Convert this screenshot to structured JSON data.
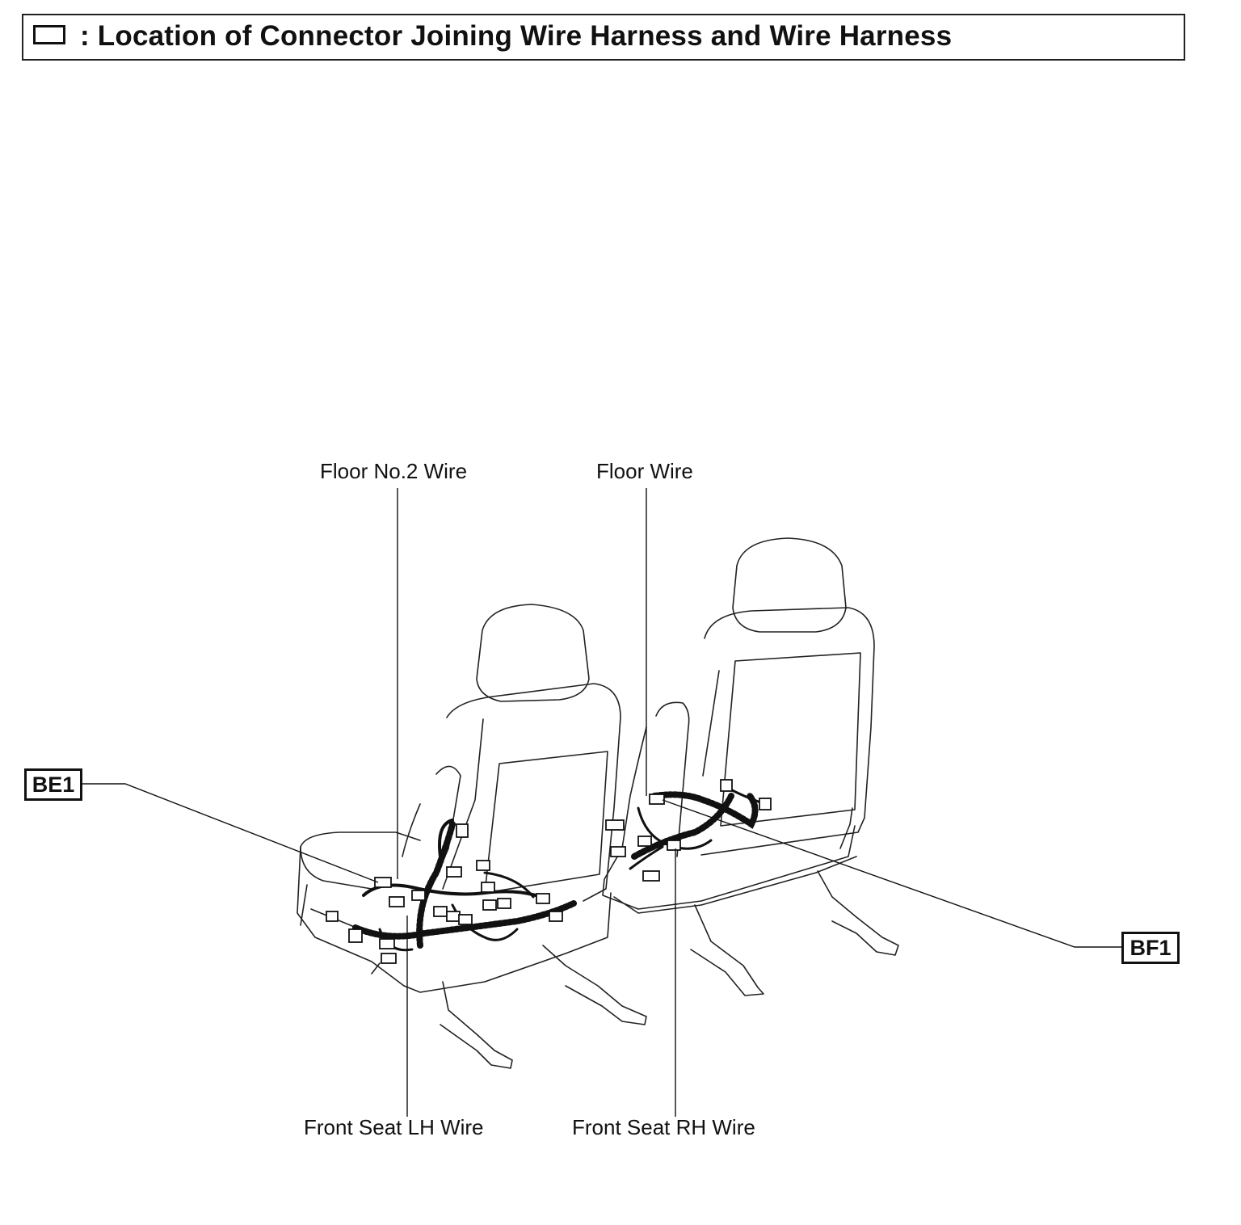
{
  "header": {
    "title": ": Location of Connector Joining Wire Harness and Wire Harness",
    "icon": "empty-square-icon"
  },
  "labels": {
    "floor_no2_wire": "Floor No.2 Wire",
    "floor_wire": "Floor Wire",
    "front_seat_lh_wire": "Front Seat LH Wire",
    "front_seat_rh_wire": "Front Seat RH Wire"
  },
  "connectors": {
    "be1": "BE1",
    "bf1": "BF1"
  }
}
